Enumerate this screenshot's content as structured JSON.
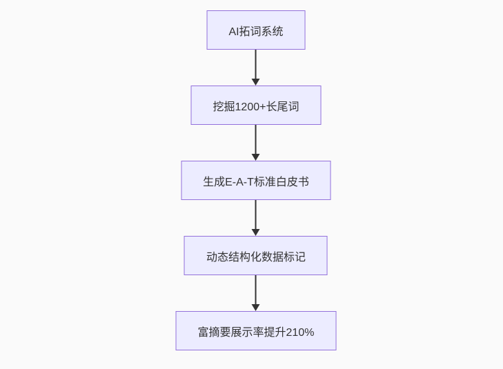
{
  "diagram": {
    "type": "flowchart-vertical",
    "nodes": [
      {
        "label": "AI拓词系统"
      },
      {
        "label": "挖掘1200+长尾词"
      },
      {
        "label": "生成E-A-T标准白皮书"
      },
      {
        "label": "动态结构化数据标记"
      },
      {
        "label": "富摘要展示率提升210%"
      }
    ],
    "connectors": [
      {
        "from": 0,
        "to": 1,
        "style": "arrow-down"
      },
      {
        "from": 1,
        "to": 2,
        "style": "arrow-down"
      },
      {
        "from": 2,
        "to": 3,
        "style": "arrow-down"
      },
      {
        "from": 3,
        "to": 4,
        "style": "arrow-down"
      }
    ],
    "colors": {
      "background": "#fafafa",
      "node_fill": "#ECECFF",
      "node_border": "#9370DB",
      "arrow": "#333333",
      "text": "#333333"
    }
  }
}
